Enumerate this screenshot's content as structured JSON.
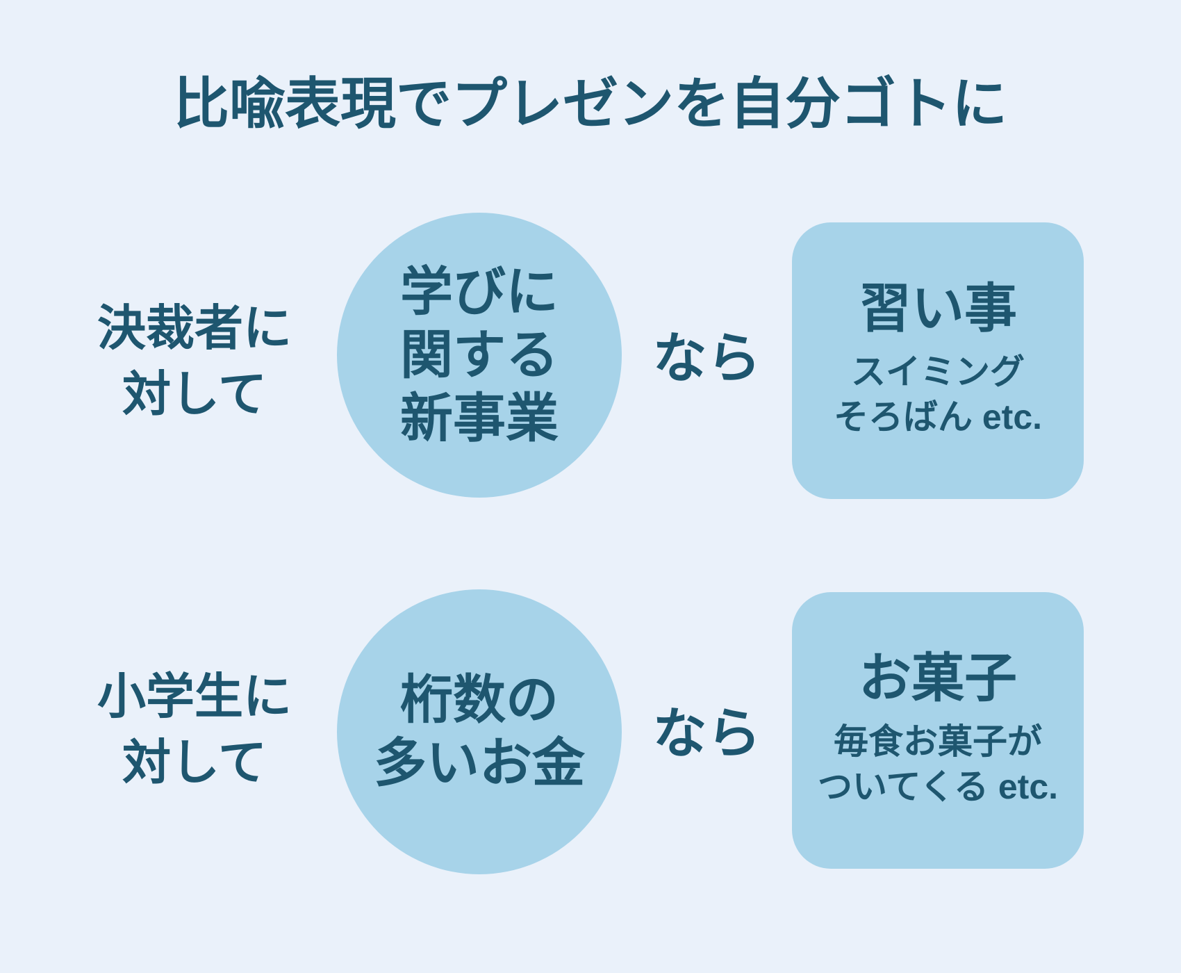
{
  "page": {
    "title": "比喩表現でプレゼンを自分ゴトに",
    "background_color": "#eaf1fa",
    "shape_color": "#a7d3e9",
    "text_color": "#1e566f"
  },
  "rows": [
    {
      "audience_line1": "決裁者に",
      "audience_line2": "対して",
      "topic_line1": "学びに",
      "topic_line2": "関する",
      "topic_line3": "新事業",
      "connector": "なら",
      "metaphor_title": "習い事",
      "example_line1": "スイミング",
      "example_line2": "そろばん etc."
    },
    {
      "audience_line1": "小学生に",
      "audience_line2": "対して",
      "topic_line1": "桁数の",
      "topic_line2": "多いお金",
      "topic_line3": "",
      "connector": "なら",
      "metaphor_title": "お菓子",
      "example_line1": "毎食お菓子が",
      "example_line2": "ついてくる etc."
    }
  ]
}
